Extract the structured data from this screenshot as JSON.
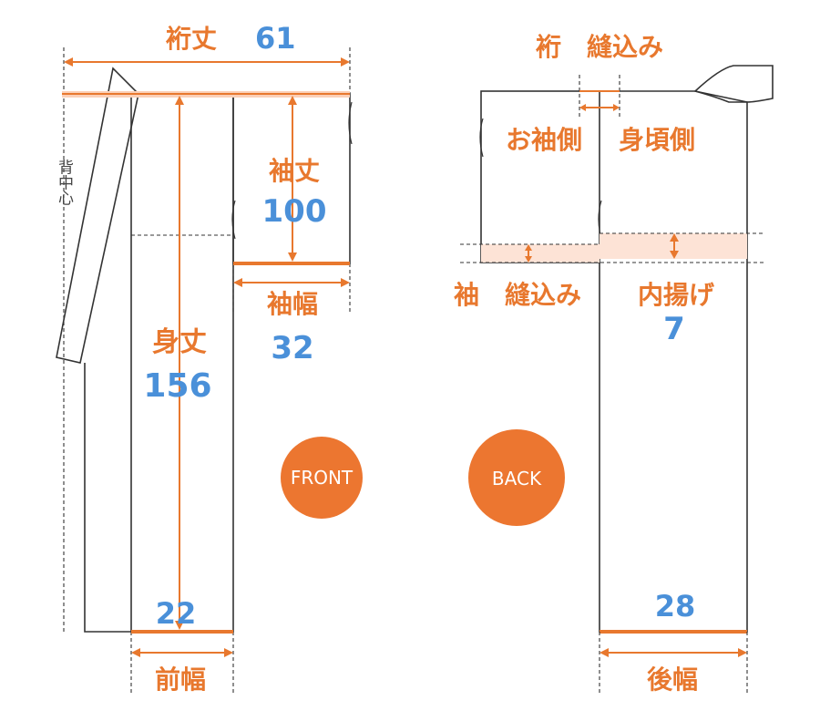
{
  "front": {
    "yuki_label": "裄丈",
    "yuki_value": "61",
    "sode_take_label": "袖丈",
    "sode_take_value": "100",
    "sode_haba_label": "袖幅",
    "sode_haba_value": "32",
    "mitake_label": "身丈",
    "mitake_value": "156",
    "mae_haba_value": "22",
    "mae_haba_label": "前幅",
    "senaka_label": "背中心",
    "badge": "FRONT"
  },
  "back": {
    "yuki_nuikomi_label": "裄　縫込み",
    "osode_side_label": "お袖側",
    "migoro_side_label": "身頃側",
    "sode_nuikomi_label": "袖　縫込み",
    "uchiage_label": "内揚げ",
    "uchiage_value": "7",
    "ushiro_haba_value": "28",
    "ushiro_haba_label": "後幅",
    "badge": "BACK"
  },
  "colors": {
    "label": "#e8782e",
    "value": "#4a90d9",
    "badge": "#ec7630",
    "highlight": "#fde3d6",
    "line": "#333333"
  }
}
